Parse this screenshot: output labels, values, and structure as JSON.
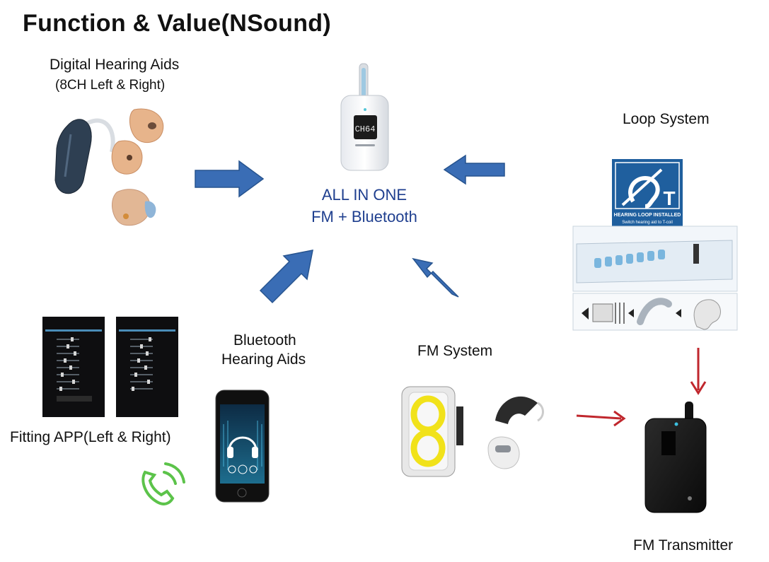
{
  "title": "Function & Value(NSound)",
  "center": {
    "line1": "ALL IN ONE",
    "line2": "FM  + Bluetooth",
    "device_display": "CH64"
  },
  "labels": {
    "digital_hearing_aids": "Digital  Hearing  Aids",
    "digital_hearing_aids_sub": "(8CH Left & Right)",
    "loop_system": "Loop System",
    "bluetooth_line1": "Bluetooth",
    "bluetooth_line2": "Hearing Aids",
    "fm_system": "FM System",
    "fitting_app": "Fitting APP(Left & Right)",
    "fm_transmitter": "FM Transmitter"
  },
  "loop_sign": {
    "letter": "T",
    "line1": "HEARING LOOP INSTALLED",
    "line2": "Switch hearing aid to T-coil"
  },
  "colors": {
    "arrow_blue": "#3a6db5",
    "arrow_blue_edge": "#27548f",
    "arrow_red": "#c0272d",
    "center_text": "#1f3f8f",
    "loop_sign_bg": "#1f5f9e",
    "fm_ring": "#f1e21a"
  },
  "icons": [
    "hearing-aid-icon",
    "phone-call-icon",
    "headphones-icon",
    "ear-icon",
    "t-coil-sign-icon"
  ]
}
